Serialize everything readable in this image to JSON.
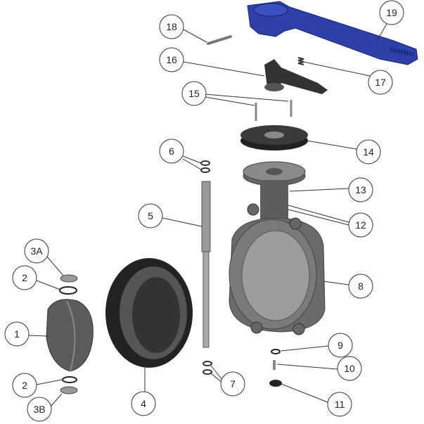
{
  "diagram": {
    "callouts": [
      {
        "id": "19",
        "label": "19"
      },
      {
        "id": "18",
        "label": "18"
      },
      {
        "id": "16",
        "label": "16"
      },
      {
        "id": "17",
        "label": "17"
      },
      {
        "id": "15",
        "label": "15"
      },
      {
        "id": "14",
        "label": "14"
      },
      {
        "id": "6",
        "label": "6"
      },
      {
        "id": "13",
        "label": "13"
      },
      {
        "id": "12",
        "label": "12"
      },
      {
        "id": "5",
        "label": "5"
      },
      {
        "id": "3A",
        "label": "3A"
      },
      {
        "id": "2a",
        "label": "2"
      },
      {
        "id": "8",
        "label": "8"
      },
      {
        "id": "1",
        "label": "1"
      },
      {
        "id": "9",
        "label": "9"
      },
      {
        "id": "10",
        "label": "10"
      },
      {
        "id": "7",
        "label": "7"
      },
      {
        "id": "2b",
        "label": "2"
      },
      {
        "id": "4",
        "label": "4"
      },
      {
        "id": "11",
        "label": "11"
      },
      {
        "id": "3B",
        "label": "3B"
      }
    ],
    "colors": {
      "handle": "#2d3fa8",
      "body": "#6e6e6e",
      "dark": "#2a2a2a",
      "light": "#a9a9a9"
    }
  }
}
